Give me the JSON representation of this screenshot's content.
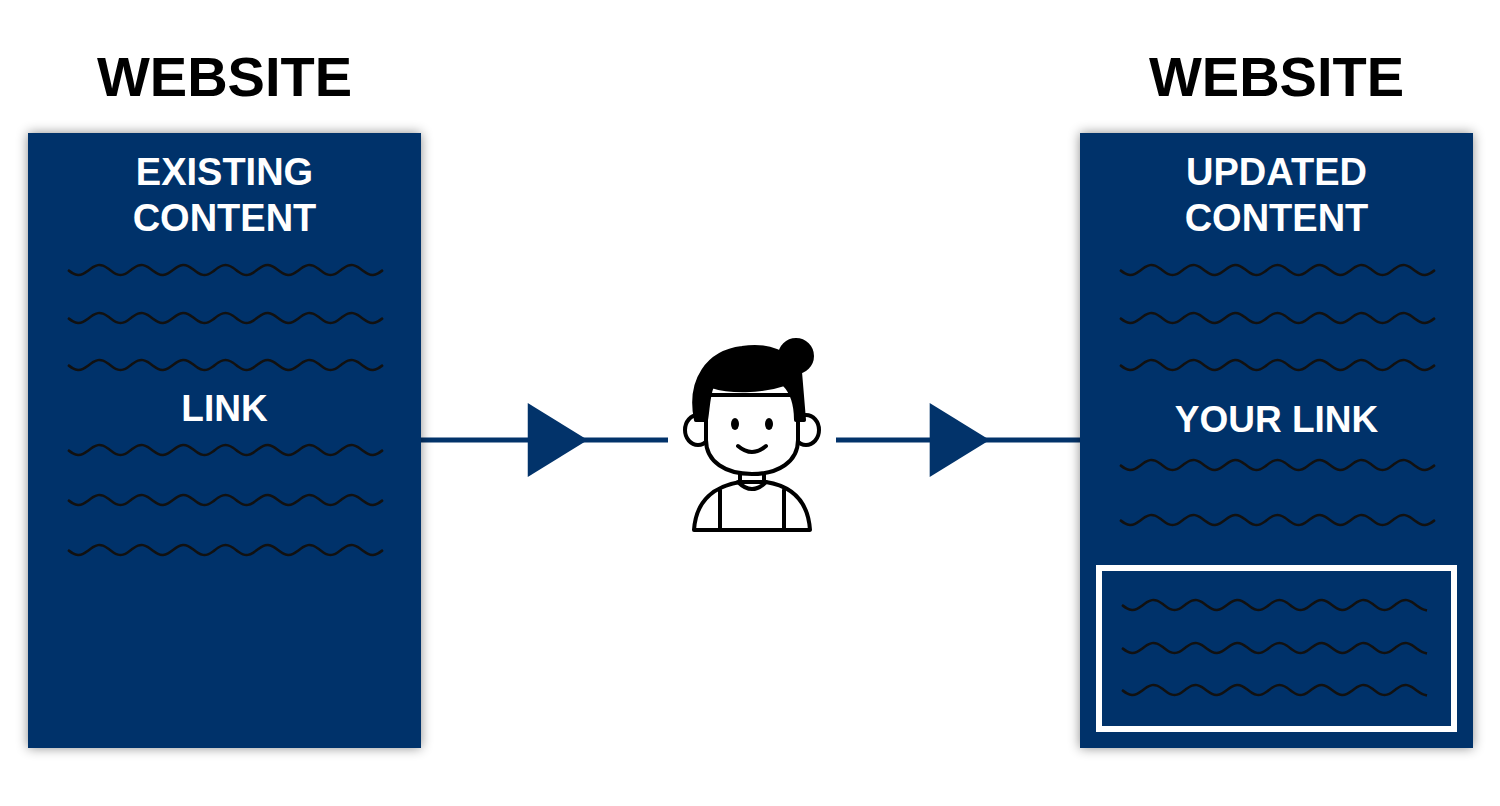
{
  "diagram": {
    "nodes": [
      {
        "text": [
          "WEBSITE",
          "EXISTING CONTENT",
          "LINK"
        ]
      },
      {
        "text": [
          "WEBSITE",
          "UPDATED CONTENT",
          "YOUR LINK"
        ]
      }
    ],
    "edges": [
      {
        "from": 0,
        "to": 1,
        "arrow": "to"
      }
    ]
  }
}
